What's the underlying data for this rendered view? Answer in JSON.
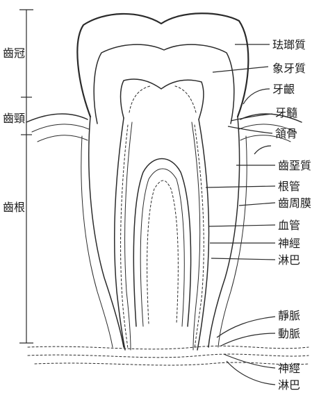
{
  "regions": {
    "crown": "齒冠",
    "neck": "齒頸",
    "root": "齒根"
  },
  "parts": {
    "enamel": "珐瑯質",
    "dentin": "象牙質",
    "gingiva": "牙齦",
    "pulp": "牙髓",
    "jaw_bone": "頷骨",
    "cementum": "齒堊質",
    "root_canal": "根管",
    "periodontal_membrane": "齒周膜",
    "blood_vessel": "血管",
    "nerve": "神經",
    "lymph": "淋巴",
    "vein": "靜脈",
    "artery": "動脈",
    "nerve_bottom": "神經",
    "lymph_bottom": "淋巴"
  }
}
